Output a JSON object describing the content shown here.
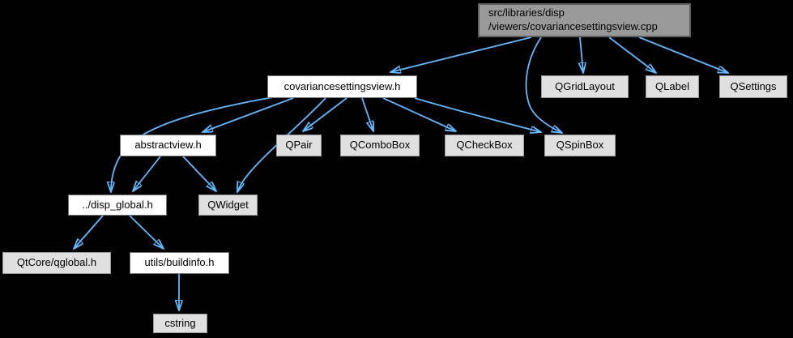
{
  "diagram": {
    "type": "include-dependency-graph",
    "background_color": "#000000",
    "edge_color": "#63B8FF",
    "node_fill_internal": "#ffffff",
    "node_fill_external": "#e0e0e0",
    "node_fill_main": "#999999",
    "nodes": [
      {
        "id": "main",
        "label": "src/libraries/disp\n/viewers/covariancesettingsview.cpp",
        "type": "main"
      },
      {
        "id": "covariancesettingsview_h",
        "label": "covariancesettingsview.h",
        "type": "internal"
      },
      {
        "id": "qgridlayout",
        "label": "QGridLayout",
        "type": "external"
      },
      {
        "id": "qlabel",
        "label": "QLabel",
        "type": "external"
      },
      {
        "id": "qsettings",
        "label": "QSettings",
        "type": "external"
      },
      {
        "id": "abstractview_h",
        "label": "abstractview.h",
        "type": "internal"
      },
      {
        "id": "qpair",
        "label": "QPair",
        "type": "external"
      },
      {
        "id": "qcombobox",
        "label": "QComboBox",
        "type": "external"
      },
      {
        "id": "qcheckbox",
        "label": "QCheckBox",
        "type": "external"
      },
      {
        "id": "qspinbox",
        "label": "QSpinBox",
        "type": "external"
      },
      {
        "id": "disp_global_h",
        "label": "../disp_global.h",
        "type": "internal"
      },
      {
        "id": "qwidget",
        "label": "QWidget",
        "type": "external"
      },
      {
        "id": "qtcore_qglobal_h",
        "label": "QtCore/qglobal.h",
        "type": "external"
      },
      {
        "id": "utils_buildinfo_h",
        "label": "utils/buildinfo.h",
        "type": "internal"
      },
      {
        "id": "cstring",
        "label": "cstring",
        "type": "external"
      }
    ],
    "edges": [
      {
        "from": "main",
        "to": "covariancesettingsview_h"
      },
      {
        "from": "main",
        "to": "qgridlayout"
      },
      {
        "from": "main",
        "to": "qlabel"
      },
      {
        "from": "main",
        "to": "qsettings"
      },
      {
        "from": "main",
        "to": "qspinbox"
      },
      {
        "from": "covariancesettingsview_h",
        "to": "abstractview_h"
      },
      {
        "from": "covariancesettingsview_h",
        "to": "disp_global_h"
      },
      {
        "from": "covariancesettingsview_h",
        "to": "qwidget"
      },
      {
        "from": "covariancesettingsview_h",
        "to": "qpair"
      },
      {
        "from": "covariancesettingsview_h",
        "to": "qcombobox"
      },
      {
        "from": "covariancesettingsview_h",
        "to": "qcheckbox"
      },
      {
        "from": "covariancesettingsview_h",
        "to": "qspinbox"
      },
      {
        "from": "abstractview_h",
        "to": "disp_global_h"
      },
      {
        "from": "abstractview_h",
        "to": "qwidget"
      },
      {
        "from": "disp_global_h",
        "to": "qtcore_qglobal_h"
      },
      {
        "from": "disp_global_h",
        "to": "utils_buildinfo_h"
      },
      {
        "from": "utils_buildinfo_h",
        "to": "cstring"
      }
    ]
  }
}
